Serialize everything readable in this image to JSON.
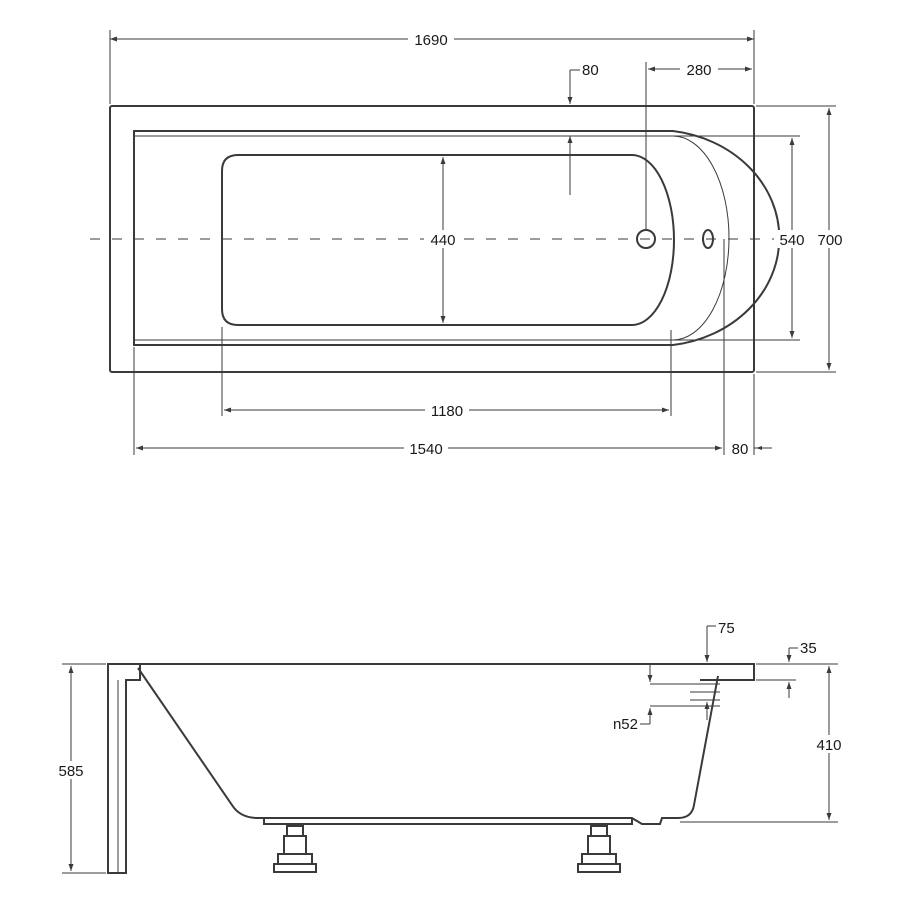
{
  "top_view": {
    "overall_length": "1690",
    "drain_offset": "280",
    "rim_width": "80",
    "inner_width": "440",
    "width_540": "540",
    "overall_width": "700",
    "inner_length": "1180",
    "bowl_length": "1540",
    "end_rim": "80"
  },
  "side_view": {
    "overflow_offset": "75",
    "rim_thickness": "35",
    "overflow_diameter": "n52",
    "tub_depth": "410",
    "total_height": "585"
  }
}
